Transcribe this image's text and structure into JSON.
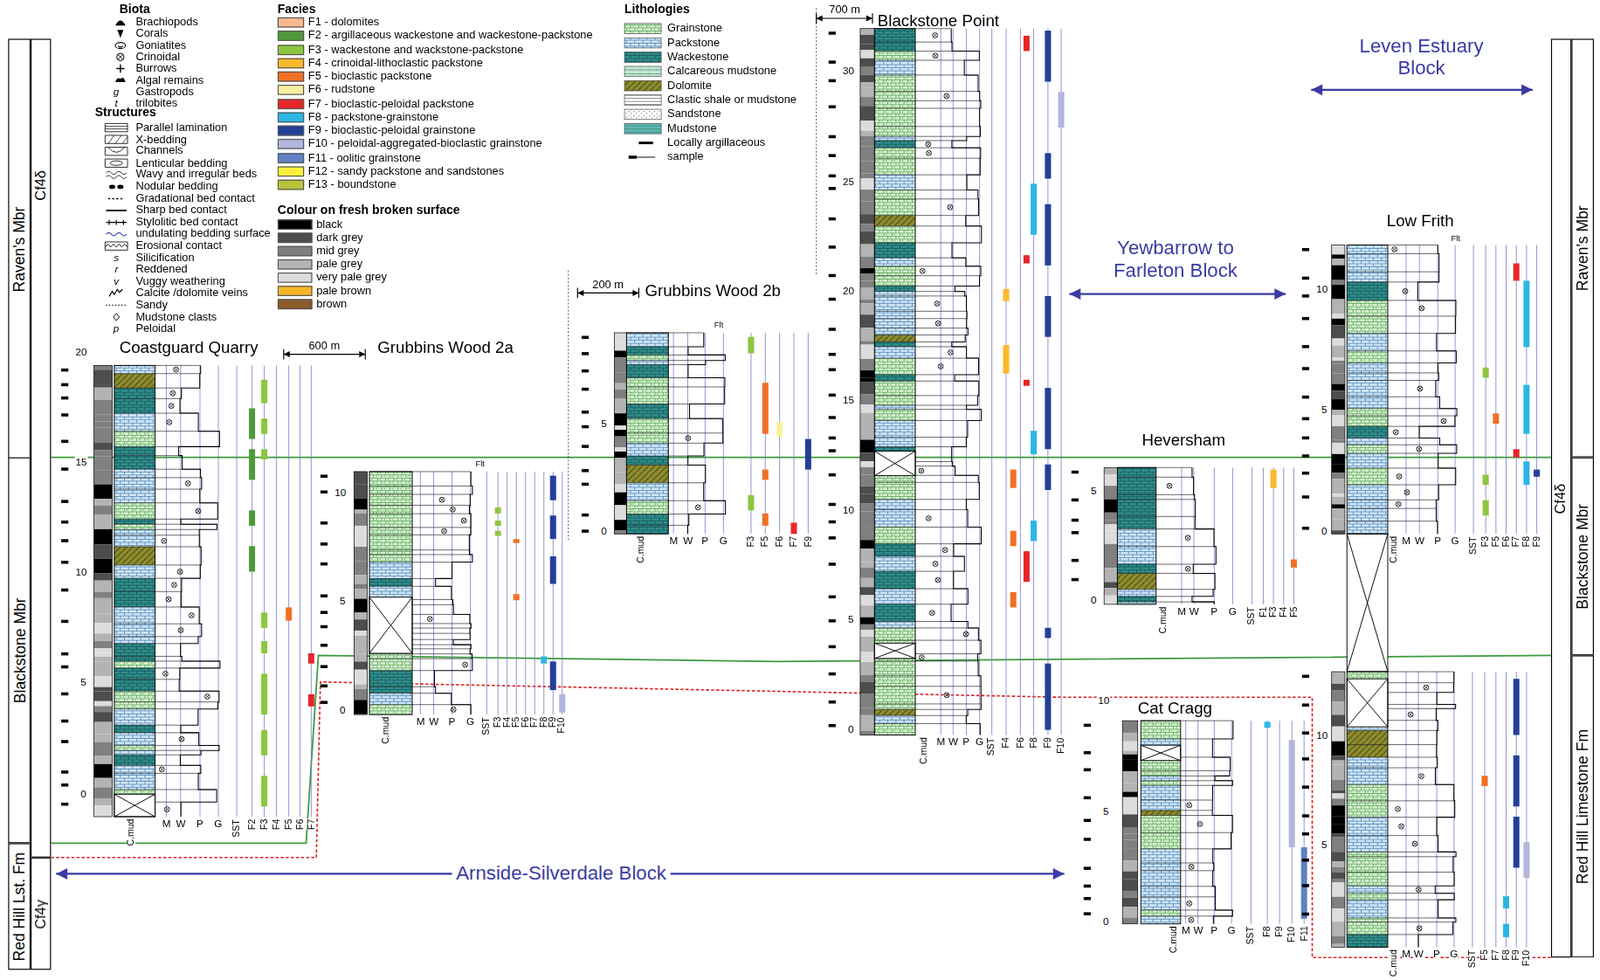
{
  "diagram": {
    "nodes": [
      {
        "text": [
          "Raven's Mbr"
        ]
      },
      {
        "text": [
          "Blackstone Mbr"
        ]
      },
      {
        "text": [
          "Red Hill Lst. Fm"
        ]
      },
      {
        "text": [
          "Cf4δ"
        ]
      },
      {
        "text": [
          "Cf4γ"
        ]
      },
      {
        "text": [
          "Cf4δ"
        ]
      },
      {
        "text": [
          "Raven's Mbr"
        ]
      },
      {
        "text": [
          "Blackstone Mbr"
        ]
      },
      {
        "text": [
          "Red Hill Limestone Fm"
        ]
      }
    ],
    "labels": [
      "Biota",
      "Structures",
      "Facies",
      "Colour on fresh broken surface",
      "Lithologies",
      "g",
      "t",
      "s",
      "r",
      "v",
      "p",
      "Arnside-Silverdale Block",
      "Yewbarrow to Farleton Block",
      "Leven Estuary Block",
      "600 m",
      "200 m",
      "700 m",
      "Flt",
      "Flt",
      "Flt",
      "Coastguard Quarry",
      "0",
      "5",
      "10",
      "15",
      "20",
      "C.mud",
      "M",
      "W",
      "P",
      "G",
      "SST",
      "F2",
      "F3",
      "F4",
      "F5",
      "F6",
      "F7",
      "Grubbins Wood 2a",
      "0",
      "5",
      "10",
      "C.mud",
      "M",
      "W",
      "P",
      "G",
      "SST",
      "F3",
      "F4",
      "F5",
      "F6",
      "F7",
      "F8",
      "F9",
      "F10",
      "Grubbins Wood 2b",
      "0",
      "5",
      "C.mud",
      "M",
      "W",
      "P",
      "G",
      "F3",
      "F5",
      "F6",
      "F7",
      "F9",
      "Blackstone Point",
      "0",
      "5",
      "10",
      "15",
      "20",
      "25",
      "30",
      "C.mud",
      "M",
      "W",
      "P",
      "G",
      "SST",
      "F4",
      "F6",
      "F8",
      "F9",
      "F10",
      "Heversham",
      "0",
      "5",
      "C.mud",
      "M",
      "W",
      "P",
      "G",
      "SST",
      "F1",
      "F3",
      "F4",
      "F5",
      "Cat Cragg",
      "0",
      "5",
      "10",
      "C.mud",
      "M",
      "W",
      "P",
      "G",
      "SST",
      "F8",
      "F9",
      "F10",
      "F11",
      "Low Frith",
      "0",
      "5",
      "10",
      "C.mud",
      "M",
      "W",
      "P",
      "G",
      "SST",
      "F3",
      "F5",
      "F6",
      "F7",
      "F8",
      "F9",
      "5",
      "10",
      "C.mud",
      "M",
      "W",
      "P",
      "G",
      "SST",
      "F5",
      "F7",
      "F8",
      "F9",
      "F10"
    ],
    "legend": [
      {
        "text": "Brachiopods"
      },
      {
        "text": "Corals"
      },
      {
        "text": "Goniatites"
      },
      {
        "text": "Crinoidal"
      },
      {
        "text": "Burrows"
      },
      {
        "text": "Algal remains"
      },
      {
        "text": "Gastropods"
      },
      {
        "text": "trilobites"
      },
      {
        "text": "Parallel lamination"
      },
      {
        "text": "X-bedding"
      },
      {
        "text": "Channels"
      },
      {
        "text": "Lenticular bedding"
      },
      {
        "text": "Wavy and irregular beds"
      },
      {
        "text": "Nodular bedding"
      },
      {
        "text": "Gradational bed contact"
      },
      {
        "text": "Sharp bed contact"
      },
      {
        "text": "Stylolitic bed contact"
      },
      {
        "text": "undulating bedding surface"
      },
      {
        "text": "Erosional contact"
      },
      {
        "text": "Silicification"
      },
      {
        "text": "Reddened"
      },
      {
        "text": "Vuggy weathering"
      },
      {
        "text": "Calcite /dolomite veins"
      },
      {
        "text": "Sandy"
      },
      {
        "text": "Mudstone clasts"
      },
      {
        "text": "Peloidal"
      },
      {
        "text": "F1 - dolomites",
        "color": "#f7b88e"
      },
      {
        "text": "F2 - argillaceous wackestone and wackestone-packstone",
        "color": "#4f9a3a"
      },
      {
        "text": "F3 - wackestone and wackstone-packstone",
        "color": "#8dc63f"
      },
      {
        "text": "F4 - crinoidal-lithoclastic packstone",
        "color": "#fbb92c"
      },
      {
        "text": "F5 - bioclastic packstone",
        "color": "#f26f25"
      },
      {
        "text": "F6 - rudstone",
        "color": "#f8f0a0"
      },
      {
        "text": "F7 - bioclastic-peloidal packstone",
        "color": "#e8262a"
      },
      {
        "text": "F8 - packstone-grainstone",
        "color": "#2bb6e6"
      },
      {
        "text": "F9 - bioclastic-peloidal grainstone",
        "color": "#223f99"
      },
      {
        "text": "F10 - peloidal-aggregated-bioclastic grainstone",
        "color": "#b3b5dd"
      },
      {
        "text": "F11 - oolitic grainstone",
        "color": "#5f80c2"
      },
      {
        "text": "F12 - sandy packstone and sandstones",
        "color": "#fff13a"
      },
      {
        "text": "F13 - boundstone",
        "color": "#b8c33a"
      },
      {
        "text": "black",
        "color": "#000000"
      },
      {
        "text": "dark grey",
        "color": "#4d4d4d"
      },
      {
        "text": "mid grey",
        "color": "#808080"
      },
      {
        "text": "pale grey",
        "color": "#b3b3b3"
      },
      {
        "text": "very pale grey",
        "color": "#dcdcdc"
      },
      {
        "text": "pale brown",
        "color": "#f5b728"
      },
      {
        "text": "brown",
        "color": "#8b5a2b"
      },
      {
        "text": "Grainstone"
      },
      {
        "text": "Packstone"
      },
      {
        "text": "Wackestone"
      },
      {
        "text": "Calcareous mudstone"
      },
      {
        "text": "Dolomite"
      },
      {
        "text": "Clastic shale or mudstone"
      },
      {
        "text": "Sandstone"
      },
      {
        "text": "Mudstone"
      },
      {
        "text": "Locally argillaceous"
      },
      {
        "text": "sample"
      }
    ]
  }
}
